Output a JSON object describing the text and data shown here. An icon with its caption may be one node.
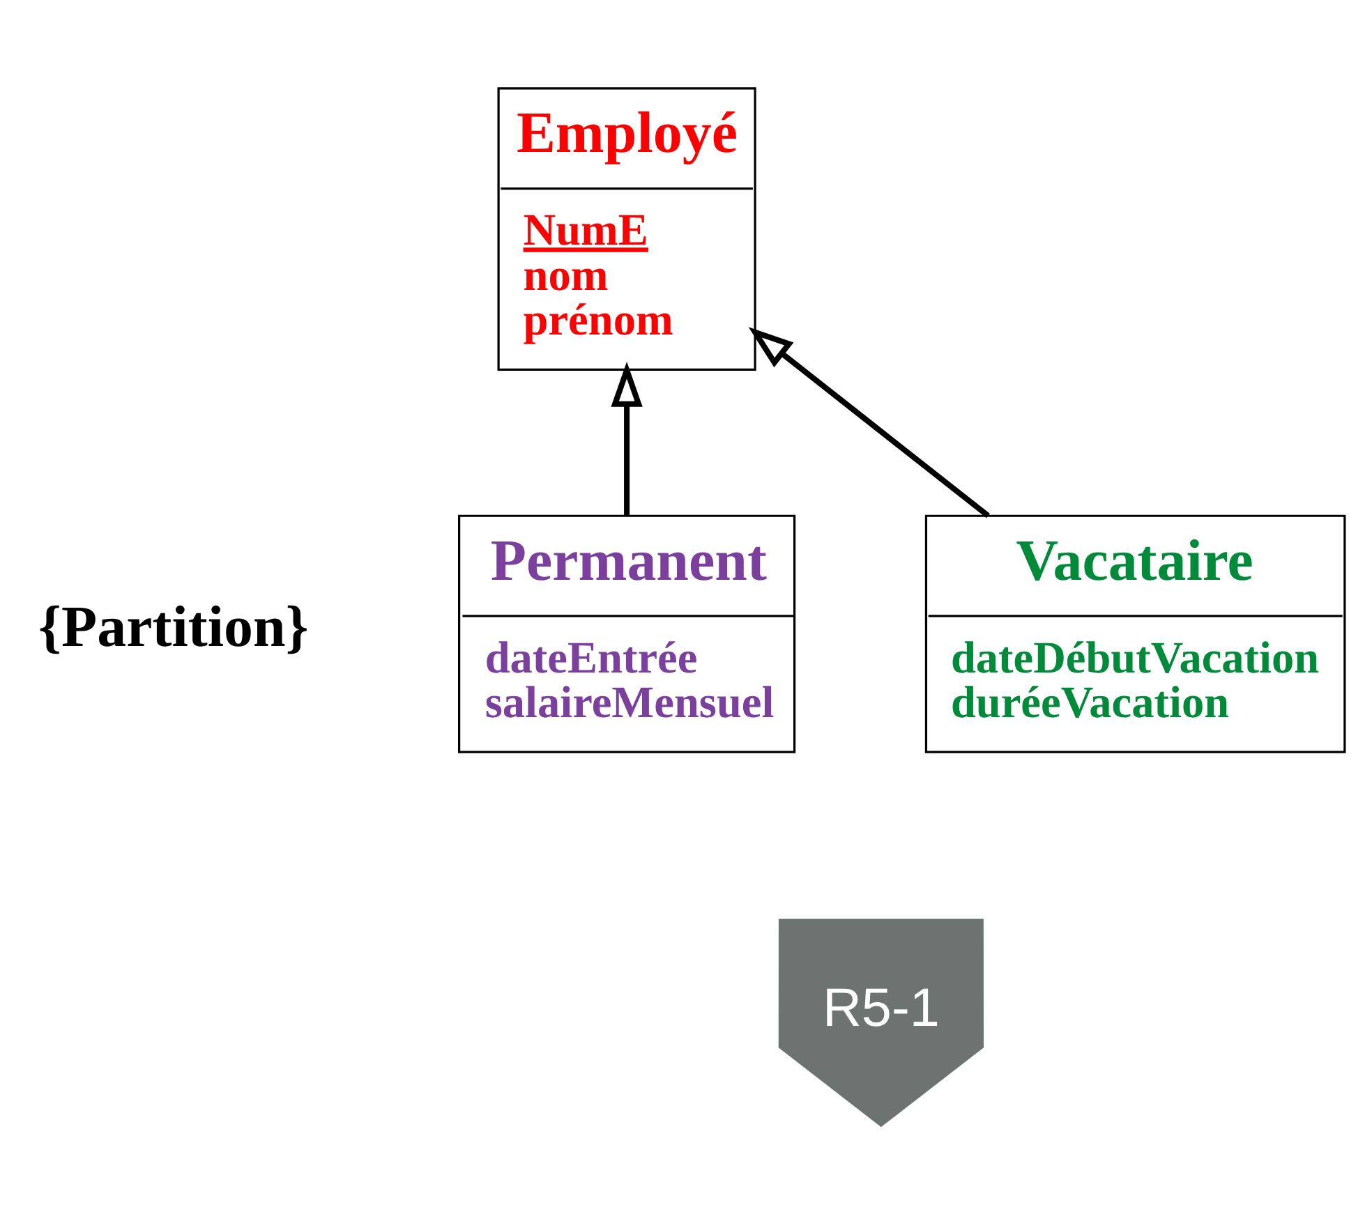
{
  "diagram": {
    "nodes": [
      {
        "text": [
          "Employé",
          "NumE",
          "nom",
          "prénom"
        ]
      },
      {
        "text": [
          "Permanent",
          "dateEntrée",
          "salaireMensuel"
        ]
      },
      {
        "text": [
          "Vacataire",
          "dateDébutVacation",
          "duréeVacation"
        ]
      },
      {
        "text": [
          "R5-1"
        ]
      }
    ],
    "edges": [
      {
        "from": 1,
        "to": 0,
        "arrow": "to"
      },
      {
        "from": 2,
        "to": 0,
        "arrow": "to"
      }
    ],
    "labels": [
      "{Partition}"
    ]
  }
}
